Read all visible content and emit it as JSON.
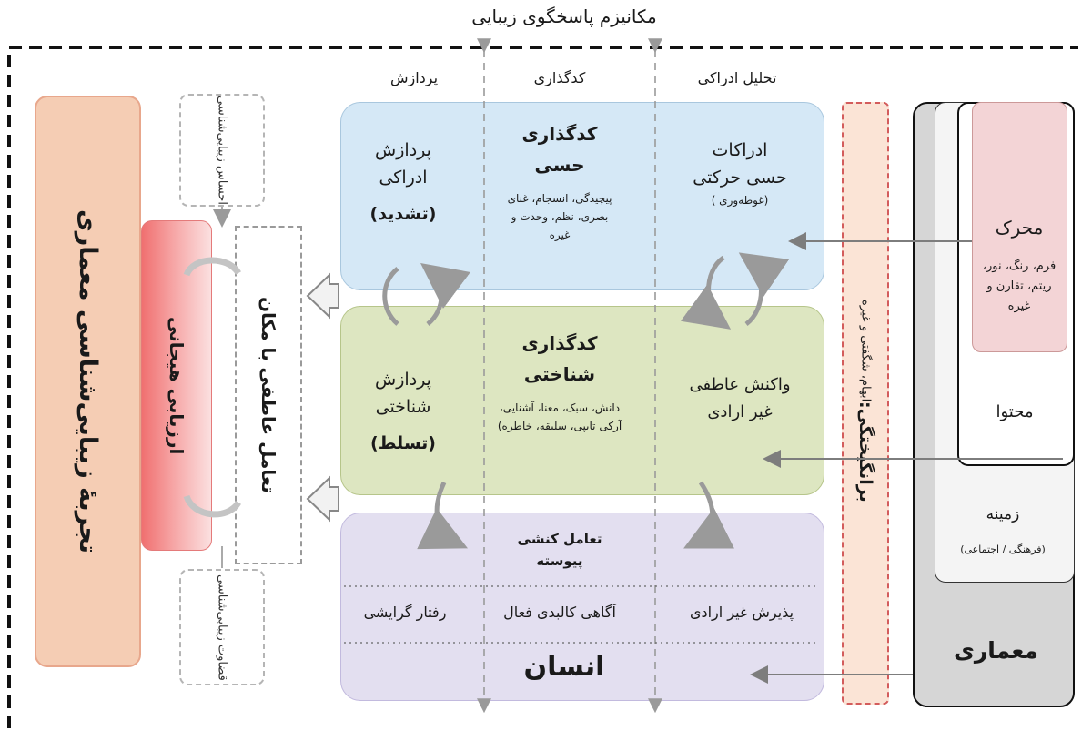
{
  "title": "مکانیزم پاسخگوی زیبایی",
  "columns": {
    "processing": "پردازش",
    "encoding": "کدگذاری",
    "perceptual_analysis": "تحلیل ادراکی"
  },
  "experience": "تجربهٔ زیبایی‌شناسی معماری",
  "emotional_evaluation": "ارزیابی هیجانی",
  "emotional_interaction": "تعامل عاطفی با مکان",
  "aesthetic_feeling": "احساس زیبایی‌شناسی",
  "aesthetic_judgment": "قضاوت زیبایی‌شناسی",
  "blue_row": {
    "processing": {
      "line1": "پردازش",
      "line2": "ادراکی",
      "line3": "(تشدید)"
    },
    "encoding": {
      "line1": "کدگذاری",
      "line2": "حسی",
      "detail": "پیچیدگی، انسجام، غنای بصری، نظم، وحدت و غیره"
    },
    "perception": {
      "line1": "ادراکات",
      "line2": "حسی حرکتی",
      "detail": "(غوطه‌وری )"
    }
  },
  "green_row": {
    "processing": {
      "line1": "پردازش",
      "line2": "شناختی",
      "line3": "(تسلط)"
    },
    "encoding": {
      "line1": "کدگذاری",
      "line2": "شناختی",
      "detail": "دانش، سبک، معنا، آشنایی، آرکی تایپی، سلیقه، خاطره)"
    },
    "reaction": {
      "line1": "واکنش عاطفی",
      "line2": "غیر ارادی"
    }
  },
  "purple_row": {
    "interaction": {
      "line1": "تعامل کنشی",
      "line2": "پیوسته"
    },
    "items": [
      "رفتار گرایشی",
      "آگاهی کالبدی فعال",
      "پذیرش غیر ارادی"
    ],
    "human": "انسان"
  },
  "arousal": {
    "title": "برانگیختگی:",
    "detail": "ابهام، شگفتی و غیره"
  },
  "architecture": {
    "stimulus": {
      "title": "محرک",
      "detail": "فرم، رنگ، نور، ریتم، تقارن و غیره"
    },
    "content": "محتوا",
    "context": {
      "title": "زمینه",
      "detail": "(فرهنگی / اجتماعی)"
    },
    "architecture": "معماری"
  }
}
